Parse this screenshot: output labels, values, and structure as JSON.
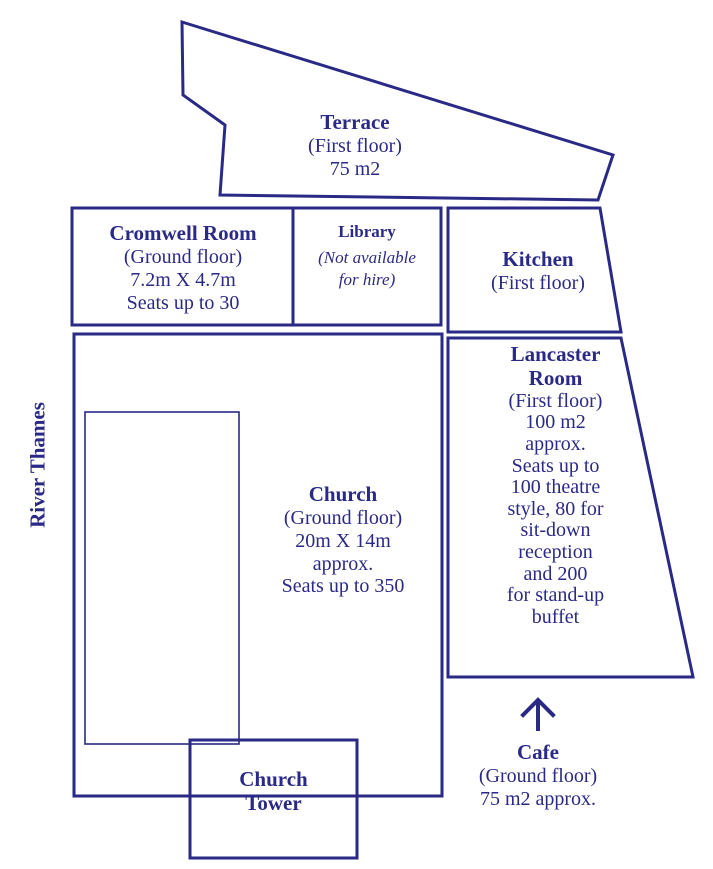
{
  "colors": {
    "ink": "#2a2a86",
    "background": "#ffffff"
  },
  "labels": {
    "river": "River Thames"
  },
  "rooms": {
    "terrace": {
      "name": "Terrace",
      "floor": "(First floor)",
      "area": "75 m2"
    },
    "cromwell": {
      "name": "Cromwell Room",
      "floor": "(Ground floor)",
      "size": "7.2m X 4.7m",
      "seats": "Seats up to 30"
    },
    "library": {
      "name": "Library",
      "note_line1": "(Not available",
      "note_line2": "for hire)"
    },
    "kitchen": {
      "name": "Kitchen",
      "floor": "(First floor)"
    },
    "lancaster": {
      "name_line1": "Lancaster",
      "name_line2": "Room",
      "lines": [
        "(First floor)",
        "100 m2",
        "approx.",
        "Seats up to",
        "100 theatre",
        "style, 80 for",
        "sit-down",
        "reception",
        "and 200",
        "for stand-up",
        "buffet"
      ]
    },
    "church": {
      "name": "Church",
      "floor": "(Ground floor)",
      "size": "20m X 14m",
      "approx": "approx.",
      "seats": "Seats up to 350"
    },
    "tower": {
      "name_line1": "Church",
      "name_line2": "Tower"
    },
    "cafe": {
      "name": "Cafe",
      "floor": "(Ground floor)",
      "area": "75 m2 approx."
    }
  },
  "icons": {
    "entrance_arrow": "arrow-up-icon"
  }
}
